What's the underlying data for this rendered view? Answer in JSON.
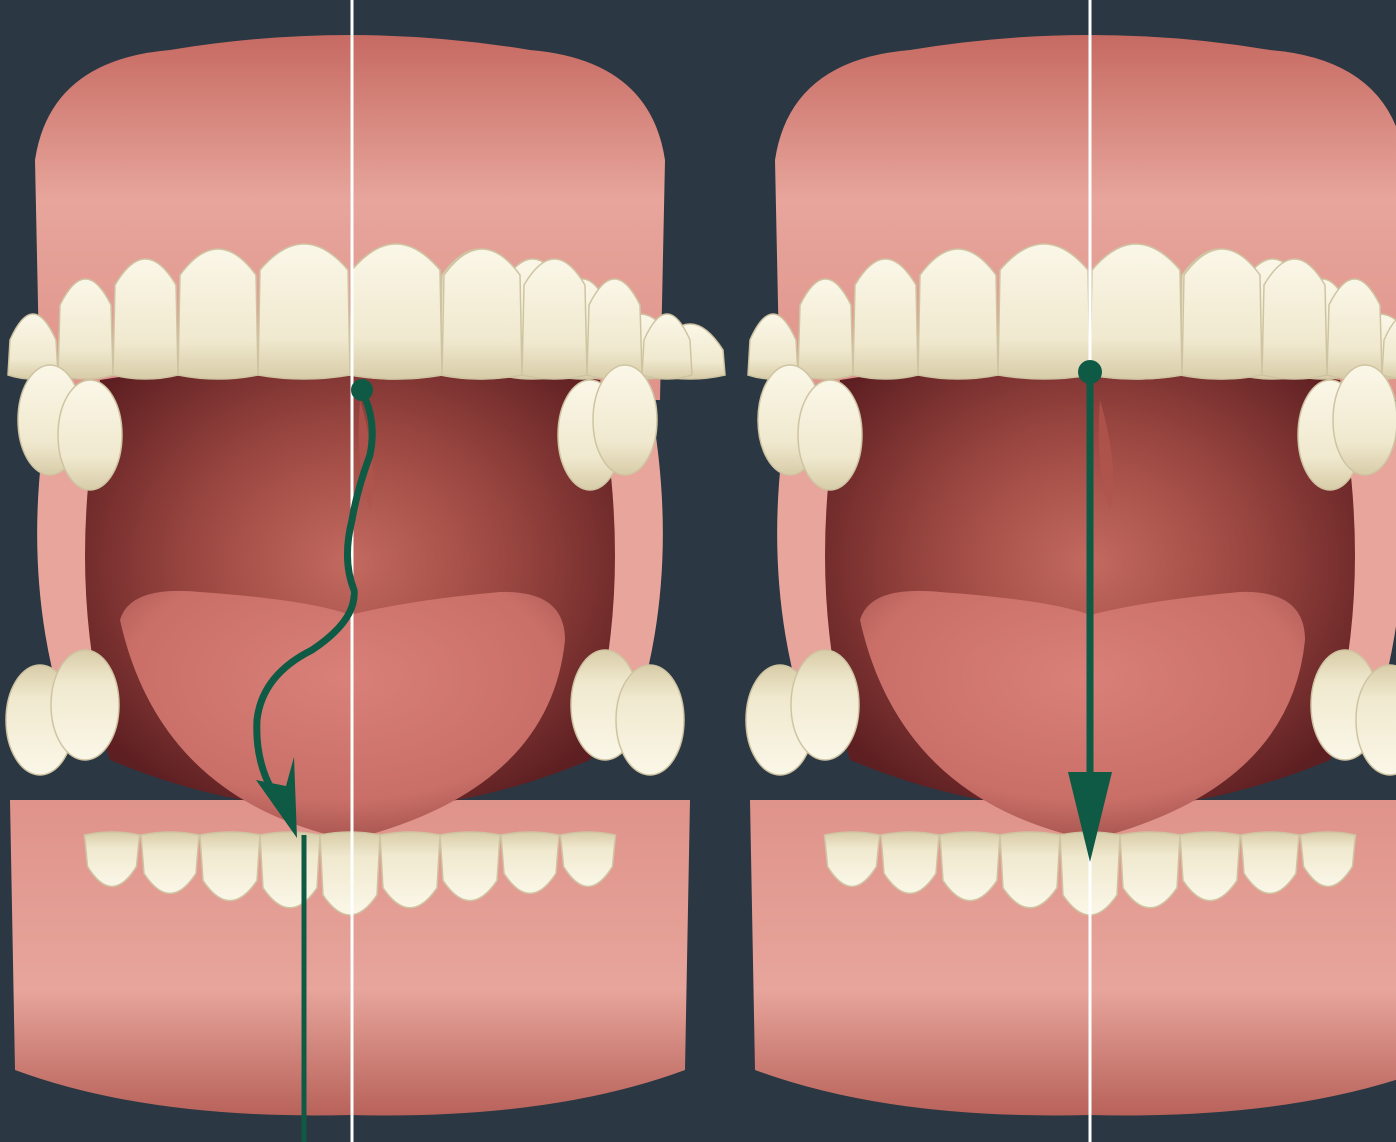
{
  "scene": {
    "background_color": "#2b3742",
    "panels": [
      {
        "id": "left",
        "path_type": "deviated-curve"
      },
      {
        "id": "right",
        "path_type": "straight"
      }
    ]
  },
  "colors": {
    "gum_light": "#e7a59b",
    "gum_mid": "#d57e74",
    "gum_dark": "#a8544c",
    "tooth": "#f2ecd6",
    "tooth_shadow": "#cfc4a2",
    "mouth_cavity": "#5e1f22",
    "throat": "#b0554d",
    "tongue": "#c96f68",
    "tongue_dark": "#9e4d48",
    "midline": "#ffffff",
    "path": "#0f5a44"
  },
  "icons": {
    "path_start": "dot-icon",
    "path_end": "arrowhead-icon"
  }
}
